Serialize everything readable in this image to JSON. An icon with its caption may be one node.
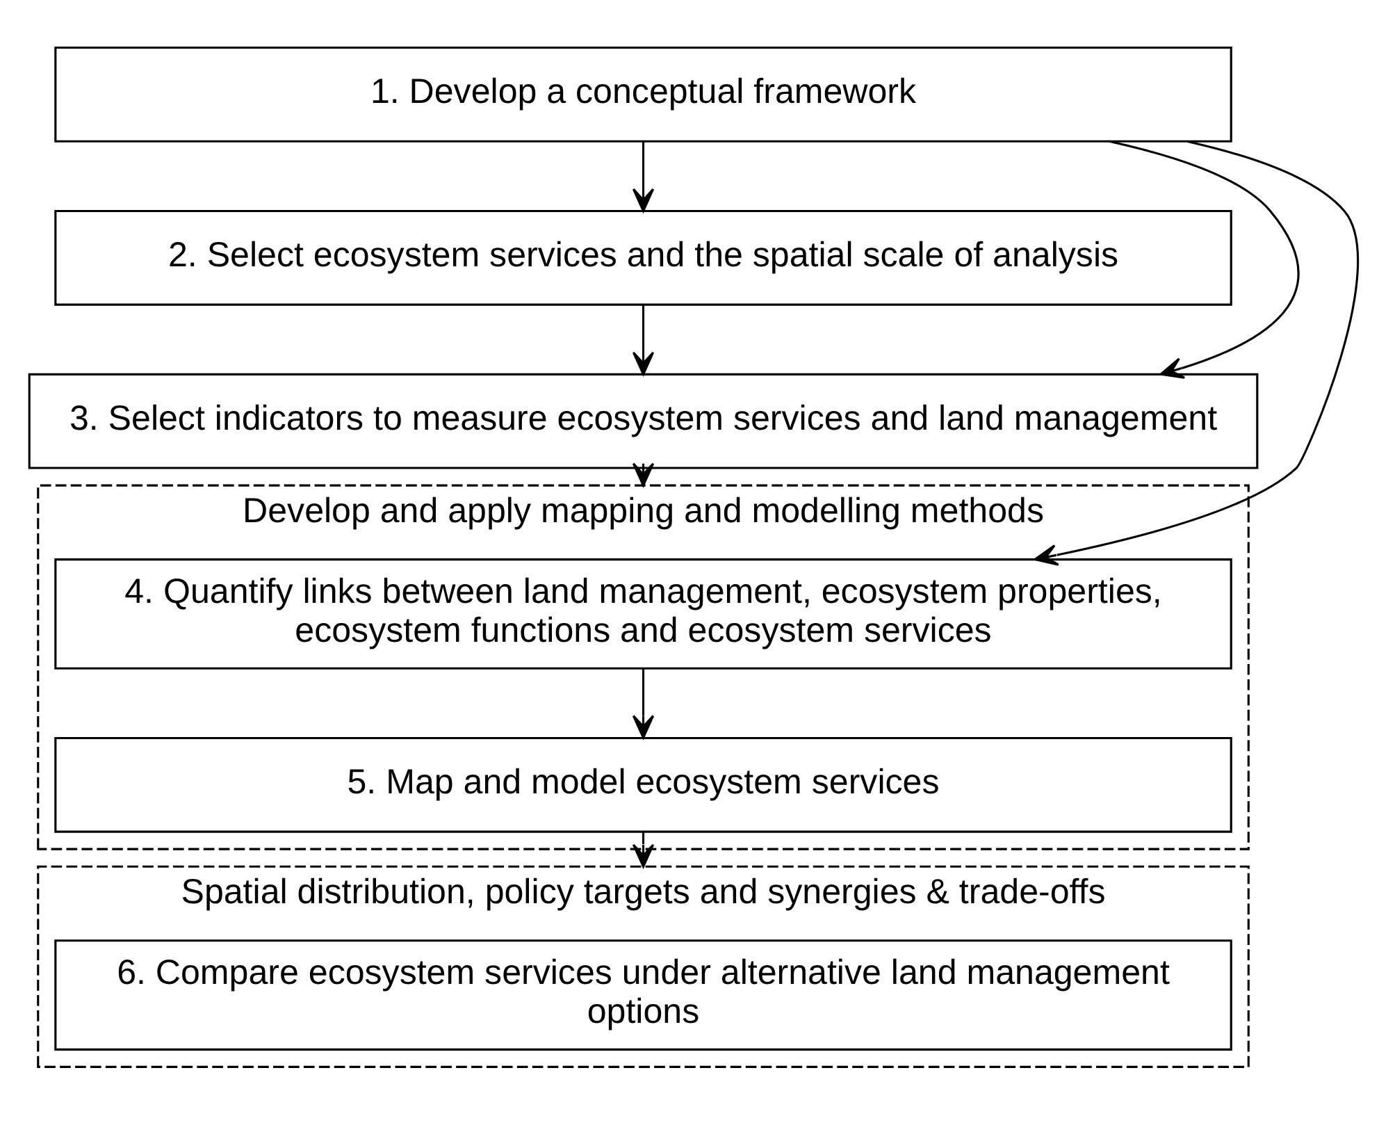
{
  "diagram": {
    "nodes": [
      {
        "text": [
          "1. Develop a conceptual framework"
        ]
      },
      {
        "text": [
          "2. Select ecosystem services and the spatial scale of analysis"
        ]
      },
      {
        "text": [
          "3. Select indicators to measure ecosystem services and land management"
        ]
      },
      {
        "text": [
          "Develop and apply mapping and modelling methods"
        ]
      },
      {
        "text": [
          "4. Quantify links between land management, ecosystem properties, ecosystem functions and ecosystem services"
        ],
        "in": 3
      },
      {
        "text": [
          "5. Map and model ecosystem services"
        ],
        "in": 3
      },
      {
        "text": [
          "Spatial distribution, policy targets and synergies & trade-offs"
        ]
      },
      {
        "text": [
          "6. Compare ecosystem services under alternative land management options"
        ],
        "in": 6
      }
    ],
    "edges": [
      {
        "from": 0,
        "to": 1,
        "arrow": "to"
      },
      {
        "from": 1,
        "to": 2,
        "arrow": "to"
      },
      {
        "from": 2,
        "to": 3,
        "arrow": "to"
      },
      {
        "from": 4,
        "to": 5,
        "arrow": "to"
      },
      {
        "from": 5,
        "to": 6,
        "arrow": "to"
      },
      {
        "from": 0,
        "to": 2,
        "arrow": "to"
      },
      {
        "from": 0,
        "to": 4,
        "arrow": "to"
      }
    ]
  }
}
